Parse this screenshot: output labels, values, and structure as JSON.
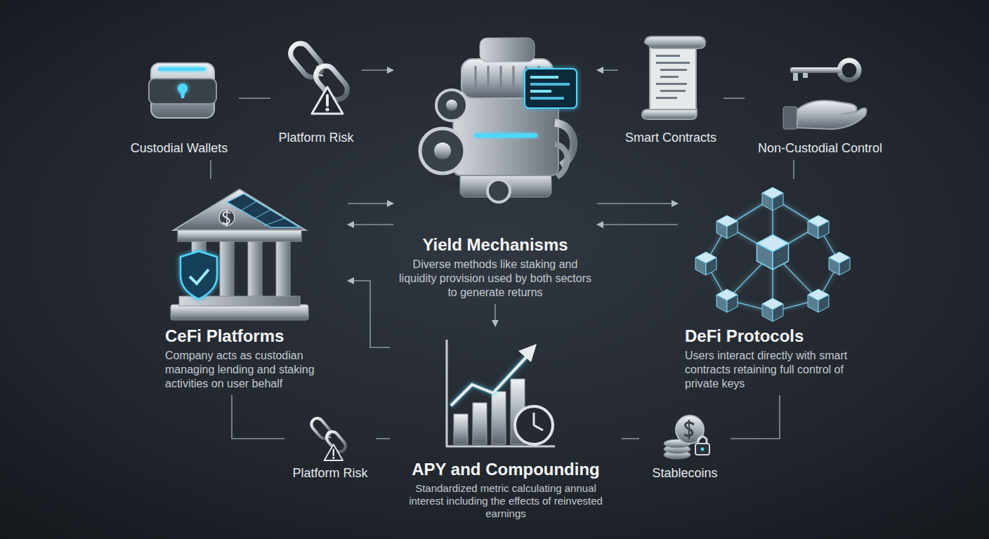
{
  "diagram": {
    "nodes": [
      {
        "text": [
          "Custodial Wallets"
        ]
      },
      {
        "text": [
          "Platform Risk"
        ]
      },
      {
        "text": [
          "Yield Mechanisms",
          "Diverse methods like staking and liquidity provision used by both sectors to generate returns"
        ]
      },
      {
        "text": [
          "Smart Contracts"
        ]
      },
      {
        "text": [
          "Non-Custodial Control"
        ]
      },
      {
        "text": [
          "CeFi Platforms",
          "Company acts as custodian managing lending and staking activities on user behalf"
        ]
      },
      {
        "text": [
          "DeFi Protocols",
          "Users interact directly with smart contracts retaining full control of private keys"
        ]
      },
      {
        "text": [
          "Platform Risk"
        ]
      },
      {
        "text": [
          "APY and Compounding",
          "Standardized metric calculating annual interest including the effects of reinvested earnings"
        ]
      },
      {
        "text": [
          "Stablecoins"
        ]
      }
    ],
    "edges": [
      {
        "from": 0,
        "to": 1,
        "arrow": "none"
      },
      {
        "from": 0,
        "to": 5,
        "arrow": "none"
      },
      {
        "from": 1,
        "to": 2,
        "arrow": "to"
      },
      {
        "from": 3,
        "to": 2,
        "arrow": "to"
      },
      {
        "from": 3,
        "to": 4,
        "arrow": "none"
      },
      {
        "from": 4,
        "to": 6,
        "arrow": "none"
      },
      {
        "from": 5,
        "to": 2,
        "arrow": "to"
      },
      {
        "from": 2,
        "to": 5,
        "arrow": "to"
      },
      {
        "from": 2,
        "to": 6,
        "arrow": "to"
      },
      {
        "from": 6,
        "to": 2,
        "arrow": "to"
      },
      {
        "from": 2,
        "to": 8,
        "arrow": "to"
      },
      {
        "from": 8,
        "to": 5,
        "arrow": "to"
      },
      {
        "from": 7,
        "to": 8,
        "arrow": "none"
      },
      {
        "from": 5,
        "to": 7,
        "arrow": "none"
      },
      {
        "from": 8,
        "to": 9,
        "arrow": "none"
      },
      {
        "from": 9,
        "to": 6,
        "arrow": "none"
      }
    ]
  }
}
